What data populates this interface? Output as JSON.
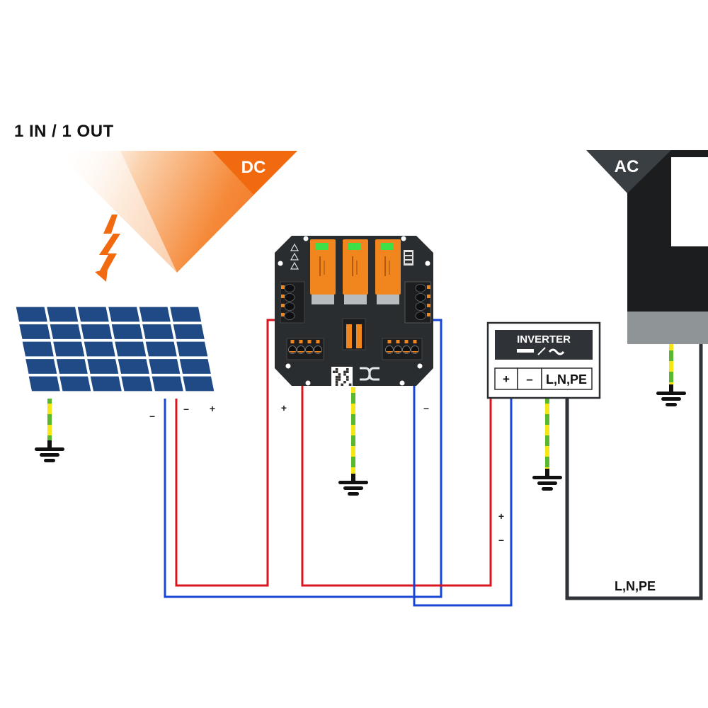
{
  "diagram": {
    "title": "1 IN / 1 OUT",
    "dc_label": "DC",
    "ac_label": "AC",
    "colors": {
      "dc_orange": "#f26a10",
      "ac_dark": "#3a3f44",
      "positive_wire": "#d9161f",
      "negative_wire": "#1a46d6",
      "earth_yellow": "#f5e614",
      "earth_green": "#58b82e",
      "ac_wire": "#2f3337",
      "panel_blue": "#1f4a85",
      "module_orange": "#f2861e",
      "indicator_green": "#3ee04a",
      "board_dark": "#2a2d30"
    },
    "solar_panel": {
      "rows": 5,
      "cols": 6,
      "terminal_labels": {
        "outer_negative": "–",
        "negative": "–",
        "positive": "+"
      }
    },
    "surge_protector": {
      "modules": 3,
      "input_positive_label": "+",
      "output_negative_label": "–"
    },
    "inverter": {
      "label": "INVERTER",
      "symbol": "— / ~",
      "terminals": [
        "+",
        "–",
        "L,N,PE"
      ],
      "wire_labels": [
        "+",
        "–"
      ]
    },
    "ac_side": {
      "bus_label": "L,N,PE"
    }
  }
}
